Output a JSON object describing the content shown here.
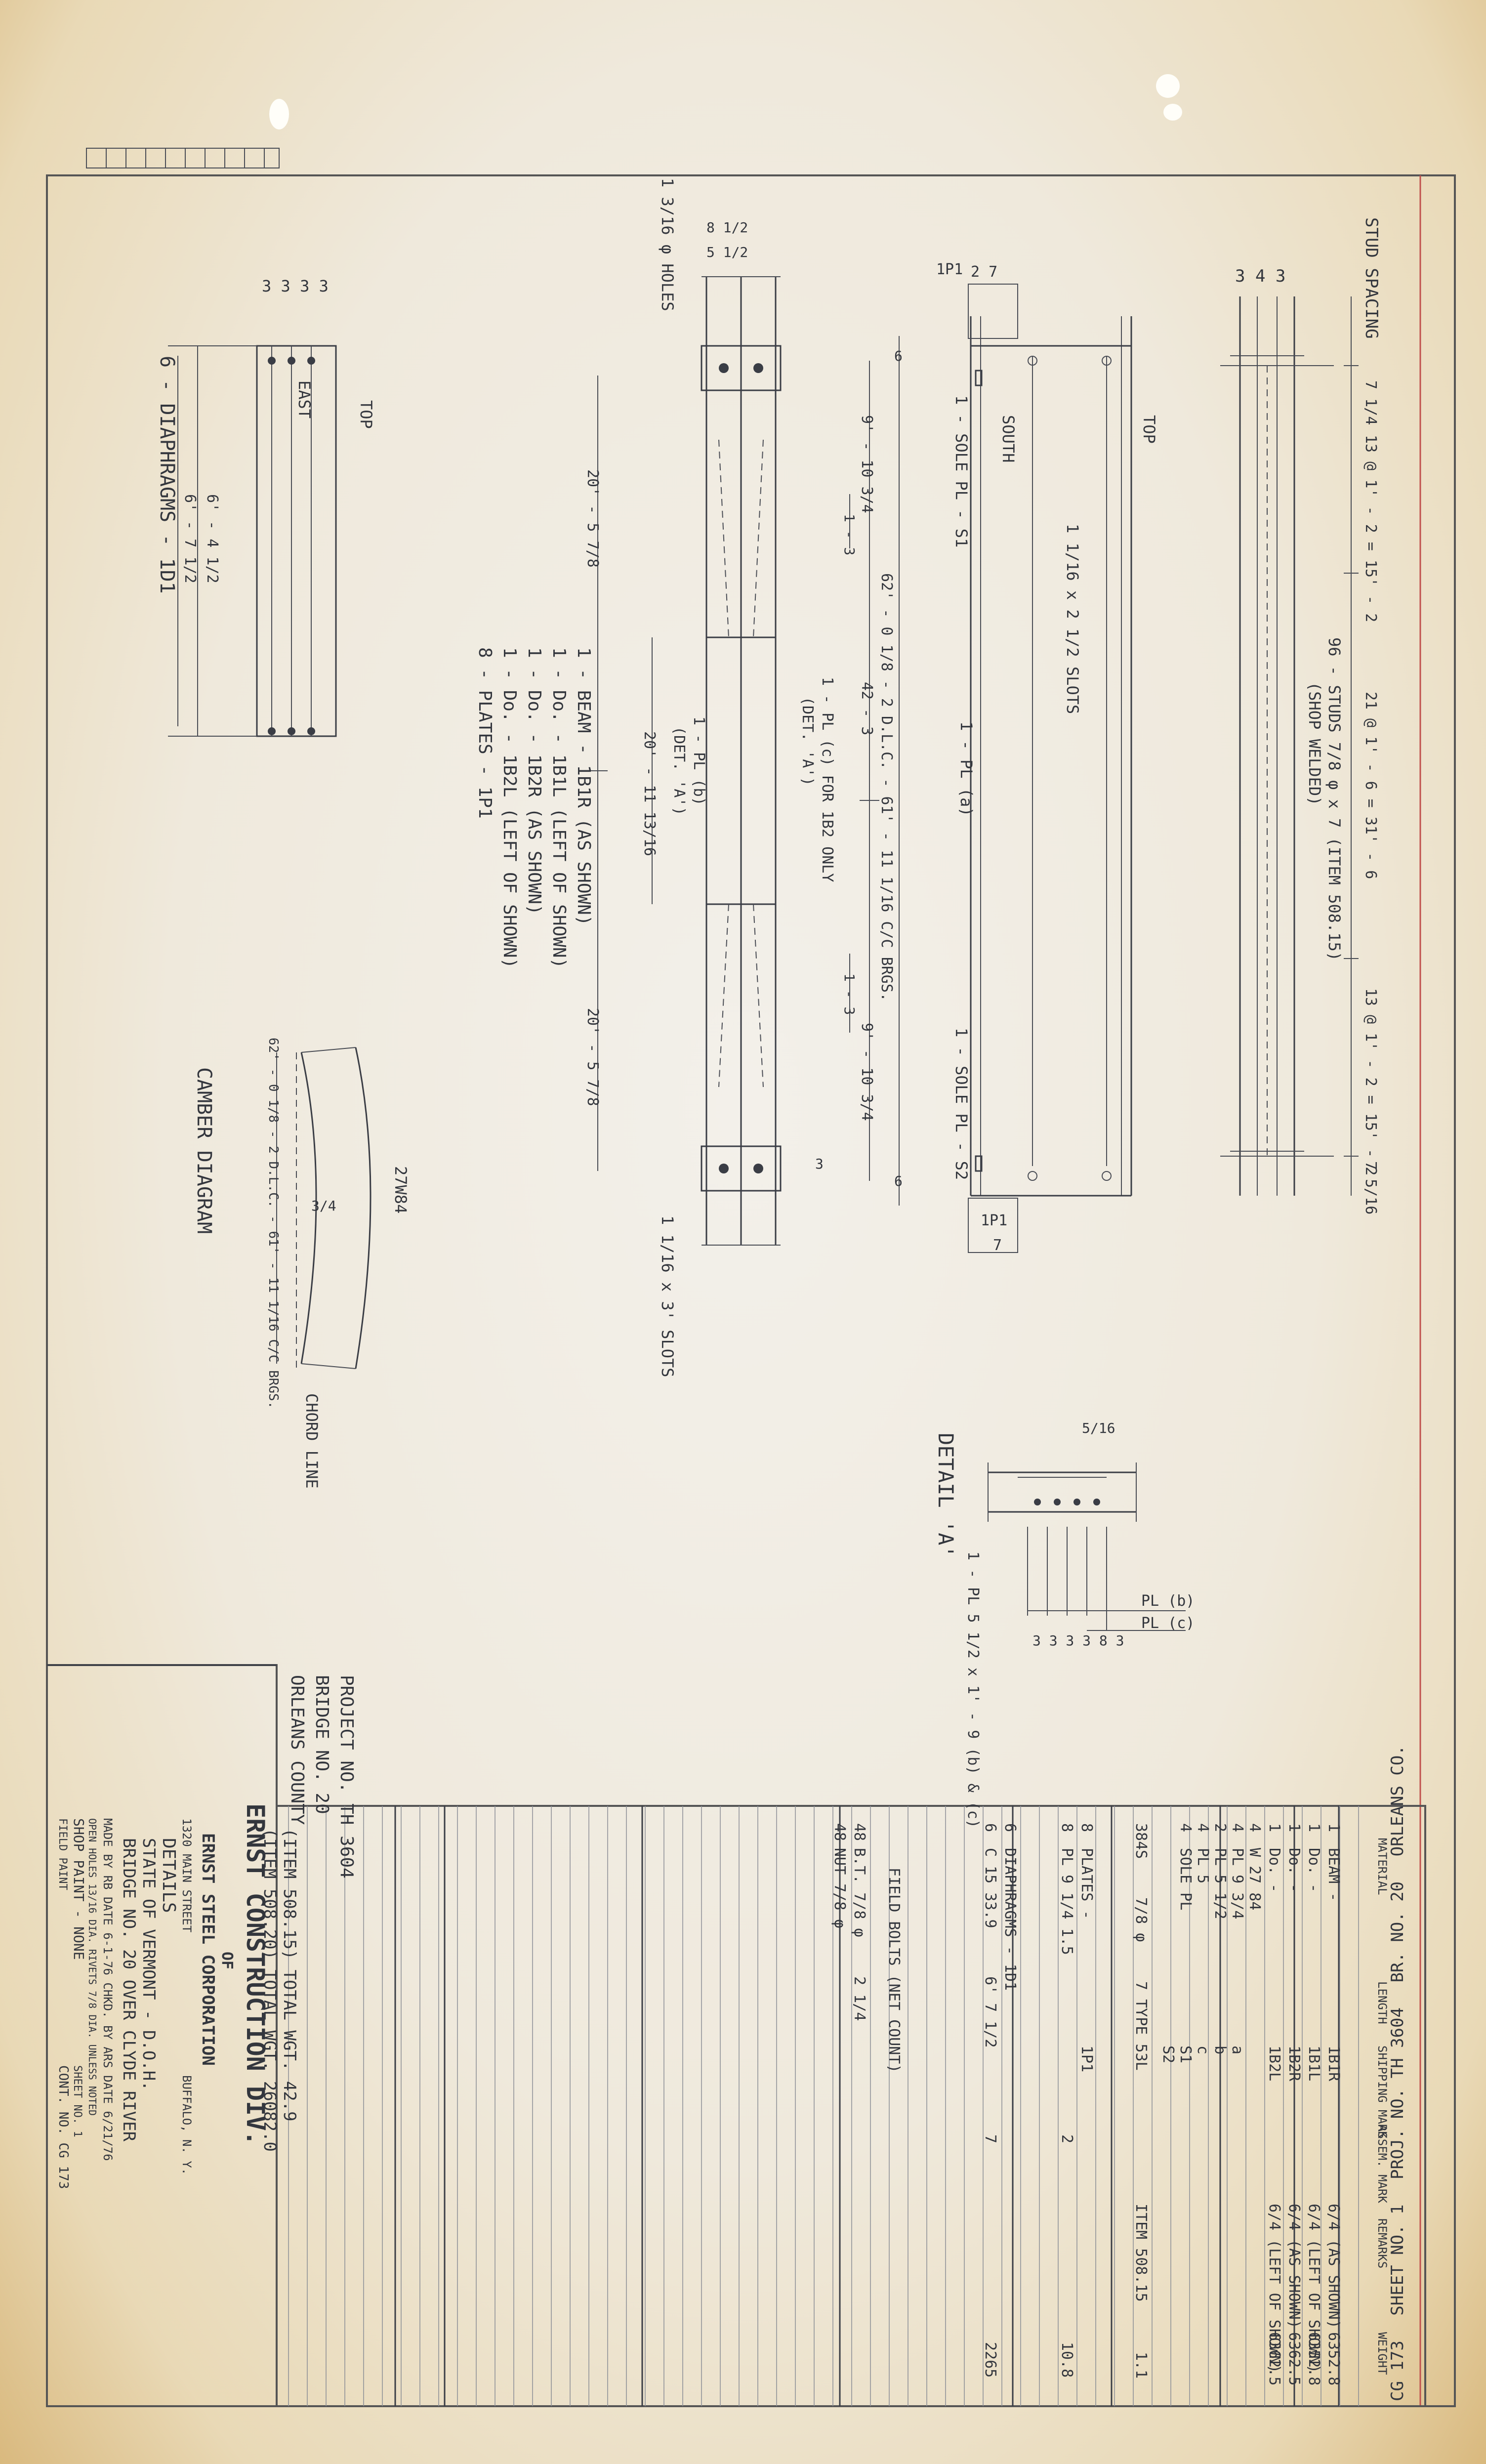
{
  "header": {
    "sheet_id": "CG 173",
    "sheet_no": "SHEET NO. 1",
    "proj_no": "PROJ. NO. TH 3604",
    "br_no": "BR. NO. 20",
    "county": "ORLEANS CO."
  },
  "plan": {
    "stud_spacing_label": "STUD SPACING",
    "stud_dims": [
      "7 1/4",
      "13 @ 1' - 2 = 15' - 2",
      "21 @ 1' - 6 = 31' - 6",
      "13 @ 1' - 2 = 15' - 2",
      "7 5/16"
    ],
    "studs_note": "96 - STUDS 7/8 φ x 7 (ITEM 508.15)",
    "shop_welded": "(SHOP WELDED)",
    "top_label": "TOP",
    "flange_dims": "3 4 3"
  },
  "elevation": {
    "south_label": "SOUTH",
    "top_label": "TOP",
    "pl_a": "1 - PL (a)",
    "sole_s1": "1 - SOLE PL - S1",
    "sole_s2": "1 - SOLE PL - S2",
    "slots_top": "1 1/16 x 2 1/2 SLOTS",
    "ip1_top": "1P1",
    "ip1_bot": "1P1",
    "dim_27": "2 7",
    "dim_7": "7",
    "dim_6a": "6",
    "dim_6b": "6",
    "dim_3": "3"
  },
  "beam": {
    "holes_note": "1 3/16 φ HOLES",
    "slots_bot": "1 1/16 x 3' SLOTS",
    "dim_g1": "62' - 0 1/8 - 2 D.L.C. - 61' - 11 1/16 C/C BRGS.",
    "dim_423": "42 - 3",
    "dim_ends": "9' - 10 3/4",
    "dim_half": "20' - 5 7/8",
    "dim_mid": "20' - 11 13/16",
    "dim_13": "1 - 3",
    "dim_82": "8 1/2",
    "dim_52": "5 1/2",
    "pl_c": "1 - PL (c) FOR 1B2 ONLY",
    "det_a1": "(DET. 'A')",
    "pl_b": "1 - PL (b)",
    "det_a2": "(DET. 'A')"
  },
  "marks": {
    "items": [
      "1 - BEAM - 1B1R (AS SHOWN)",
      "1 - Do. - 1B1L (LEFT OF SHOWN)",
      "1 - Do. - 1B2R (AS SHOWN)",
      "1 - Do. - 1B2L (LEFT OF SHOWN)",
      "8 - PLATES - 1P1"
    ]
  },
  "diaphragm": {
    "title": "6 - DIAPHRAGMS - 1D1",
    "east": "EAST",
    "top": "TOP",
    "dims": "3 3 3 3",
    "len1": "6' - 4 1/2",
    "len2": "6' - 7 1/2"
  },
  "camber": {
    "title": "CAMBER DIAGRAM",
    "section": "27W84",
    "chord": "CHORD LINE",
    "span": "62' - 0 1/8 - 2 D.L.C. - 61' - 11 1/16 C/C BRGS.",
    "camber_val": "3/4"
  },
  "detail_a": {
    "title": "DETAIL 'A'",
    "plb": "PL (b)",
    "plc": "PL (c)",
    "note": "1 - PL 5 1/2 x 1' - 9 (b) & (c)",
    "dims": "3 3 3 3 8 3",
    "weld": "5/16"
  },
  "project": {
    "line1": "PROJECT NO. TH 3604",
    "line2": "BRIDGE NO. 20",
    "line3": "ORLEANS COUNTY"
  },
  "bill": {
    "header_cols": [
      "MATERIAL",
      "LENGTH",
      "SHIPPING MARK",
      "ASSEM. MARK",
      "REMARKS",
      "WEIGHT"
    ],
    "rows": [
      {
        "qty": "1",
        "desc": "BEAM -",
        "mark": "1B1R",
        "remark": "6/4 (AS SHOWN)",
        "wt": "6352.8"
      },
      {
        "qty": "1",
        "desc": "Do. -",
        "mark": "1B1L",
        "remark": "6/4 (LEFT OF SHOWN)",
        "wt": "6352.8"
      },
      {
        "qty": "1",
        "desc": "Do. -",
        "mark": "1B2R",
        "remark": "6/4 (AS SHOWN)",
        "wt": "6362.5"
      },
      {
        "qty": "1",
        "desc": "Do. -",
        "mark": "1B2L",
        "remark": "6/4 (LEFT OF SHOWN)",
        "wt": "6362.5"
      },
      {
        "qty": "4",
        "desc": "W 27 84",
        "mark": "",
        "remark": "",
        "wt": ""
      },
      {
        "qty": "4",
        "desc": "PL 9 3/4",
        "mark": "a",
        "remark": "",
        "wt": ""
      },
      {
        "qty": "2",
        "desc": "PL 5 1/2",
        "mark": "b",
        "remark": "",
        "wt": ""
      },
      {
        "qty": "4",
        "desc": "PL 5",
        "mark": "c",
        "remark": "",
        "wt": ""
      },
      {
        "qty": "4",
        "desc": "SOLE PL",
        "mark": "S1",
        "remark": "",
        "wt": ""
      },
      {
        "qty": "",
        "desc": "",
        "mark": "S2",
        "remark": "",
        "wt": ""
      },
      {
        "qty": "384S",
        "desc": "7/8 φ",
        "mark": "7 TYPE 53L",
        "remark": "ITEM 508.15",
        "wt": "1.1"
      },
      {
        "qty": "8",
        "desc": "PLATES -",
        "mark": "1P1",
        "remark": "",
        "wt": ""
      },
      {
        "qty": "8",
        "desc": "PL 9 1/4 1.5",
        "mark": "",
        "remark": "2",
        "wt": "10.8"
      },
      {
        "qty": "6",
        "desc": "DIAPHRAGMS - 1D1",
        "mark": "",
        "remark": "",
        "wt": ""
      },
      {
        "qty": "6",
        "desc": "C 15 33.9",
        "mark": "6' 7 1/2",
        "remark": "7",
        "wt": "2265"
      },
      {
        "qty": "",
        "desc": "FIELD BOLTS (NET COUNT)",
        "mark": "",
        "remark": "",
        "wt": ""
      },
      {
        "qty": "48",
        "desc": "B.T. 7/8 φ",
        "mark": "2 1/4",
        "remark": "",
        "wt": ""
      },
      {
        "qty": "48",
        "desc": "NUT 7/8 φ",
        "mark": "",
        "remark": "",
        "wt": ""
      }
    ],
    "total1": "(ITEM 508.15) TOTAL WGT. 42.9",
    "total2": "(ITEM 508.20) TOTAL WGT. 26082.0"
  },
  "title_block": {
    "company": "ERNST CONSTRUCTION DIV.",
    "of": "OF",
    "corp": "ERNST STEEL CORPORATION",
    "address": "1320 MAIN STREET",
    "city": "BUFFALO, N. Y.",
    "title": "DETAILS",
    "job1": "STATE OF VERMONT - D.O.H.",
    "job2": "BRIDGE NO. 20 OVER CLYDE RIVER",
    "made_by": "MADE BY RB   DATE 6-1-76   CHKD. BY ARS   DATE 6/21/76",
    "holes": "OPEN HOLES 13/16 DIA. RIVETS 7/8 DIA. UNLESS NOTED",
    "shop_paint": "SHOP PAINT - NONE",
    "field_paint": "FIELD PAINT",
    "sheet_no": "SHEET NO. 1",
    "contract": "CONT. NO. CG 173"
  }
}
